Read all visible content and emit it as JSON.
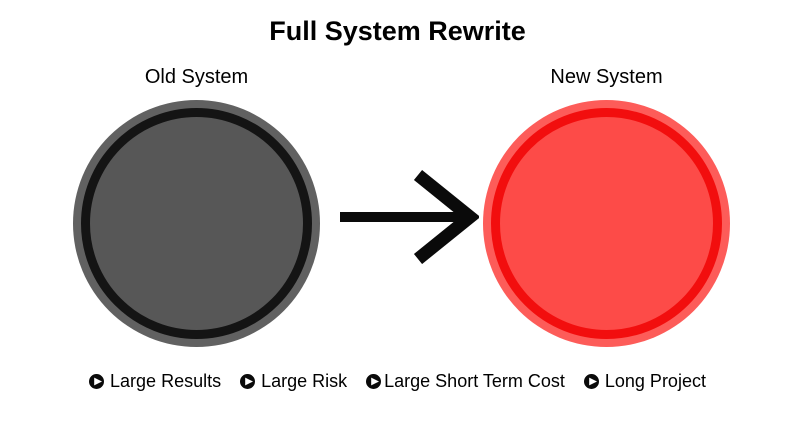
{
  "title": "Full System Rewrite",
  "diagram": {
    "old": {
      "label": "Old System"
    },
    "new": {
      "label": "New System"
    },
    "arrow_icon": "right-arrow"
  },
  "bullets": [
    {
      "icon": "play-circle-icon",
      "label": "Large Results"
    },
    {
      "icon": "play-circle-icon",
      "label": "Large Risk"
    },
    {
      "icon": "play-circle-icon",
      "label": "Large Short Term Cost"
    },
    {
      "icon": "play-circle-icon",
      "label": "Long Project"
    }
  ],
  "colors": {
    "background": "#ffffff",
    "text": "#000000",
    "old_fill": "#575757",
    "old_ring": "#141414",
    "old_rim": "#616161",
    "new_fill": "#fd4b48",
    "new_ring": "#f20e0e",
    "new_rim": "#fd5c59",
    "arrow": "#0a0a0a",
    "bullet_icon": "#0a0a0a"
  }
}
